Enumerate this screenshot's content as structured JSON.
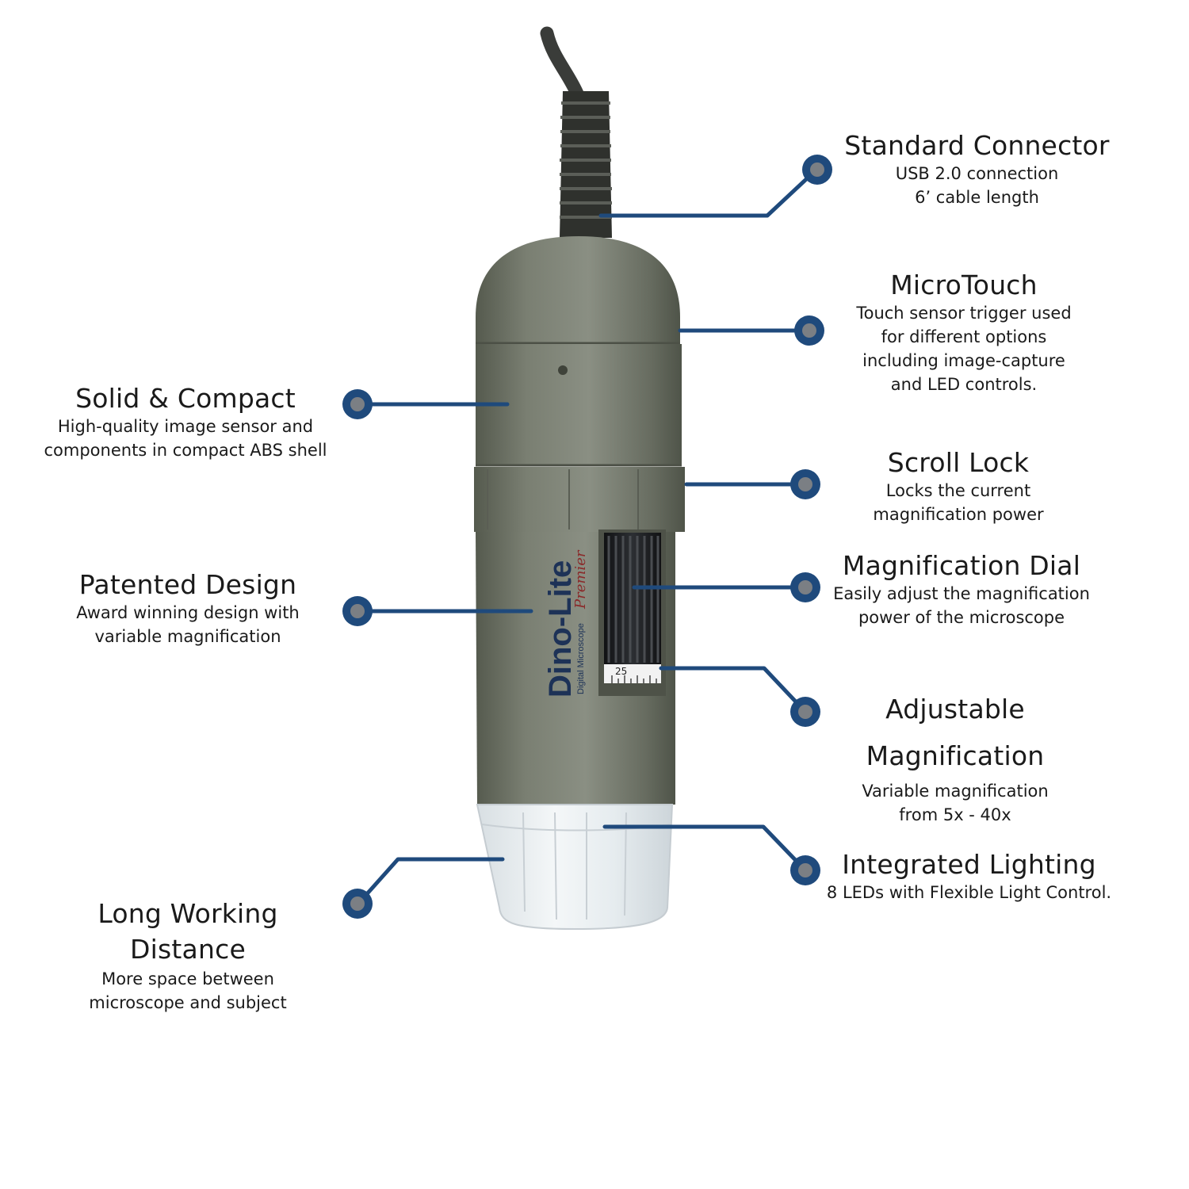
{
  "colors": {
    "accent": "#1f4a7c",
    "dot_fill": "#7b7f84",
    "body": "#6e7264",
    "cable": "#2f312d",
    "dial": "#1d1f22",
    "lens": "#e9eef1"
  },
  "device": {
    "brand": "Dino-Lite",
    "model_line": "Digital Microscope",
    "series": "Premier",
    "dial_scale_number": "25"
  },
  "features": {
    "standard_connector": {
      "title": "Standard Connector",
      "lines": [
        "USB 2.0 connection",
        "6’ cable length"
      ]
    },
    "microtouch": {
      "title": "MicroTouch",
      "lines": [
        "Touch sensor trigger used",
        "for different options",
        "including image-capture",
        "and LED controls."
      ]
    },
    "solid_compact": {
      "title": "Solid & Compact",
      "lines": [
        "High-quality image sensor and",
        "components in compact ABS shell"
      ]
    },
    "scroll_lock": {
      "title": "Scroll Lock",
      "lines": [
        "Locks the current",
        "magnification power"
      ]
    },
    "magnification_dial": {
      "title": "Magnification Dial",
      "lines": [
        "Easily adjust the magnification",
        "power of the microscope"
      ]
    },
    "patented_design": {
      "title": "Patented Design",
      "lines": [
        "Award winning design with",
        "variable magnification"
      ]
    },
    "adjustable_magnification": {
      "title": "Adjustable Magnification",
      "lines": [
        "Variable magnification",
        "from 5x - 40x"
      ]
    },
    "integrated_lighting": {
      "title": "Integrated Lighting",
      "lines": [
        "8 LEDs with Flexible Light Control."
      ]
    },
    "long_working_distance": {
      "title": "Long Working Distance",
      "lines": [
        "More space between",
        "microscope and subject"
      ]
    }
  }
}
